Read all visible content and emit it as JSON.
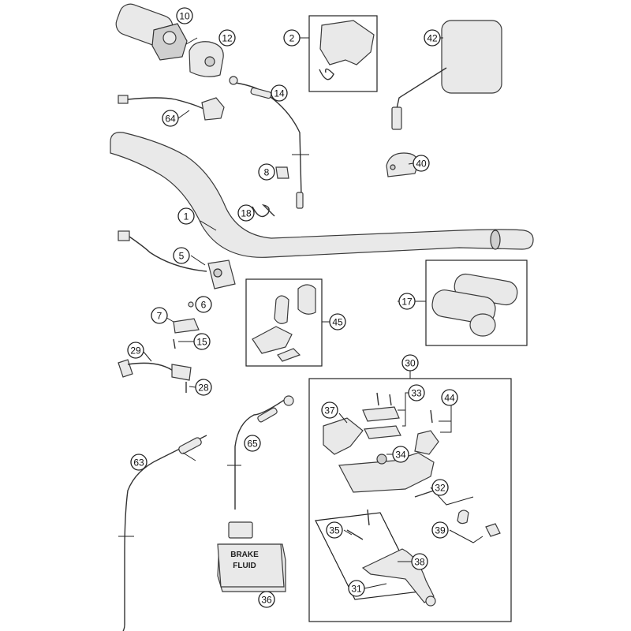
{
  "callouts": [
    {
      "id": "c10",
      "num": "10"
    },
    {
      "id": "c12",
      "num": "12"
    },
    {
      "id": "c2",
      "num": "2"
    },
    {
      "id": "c42",
      "num": "42"
    },
    {
      "id": "c14",
      "num": "14"
    },
    {
      "id": "c64",
      "num": "64"
    },
    {
      "id": "c8",
      "num": "8"
    },
    {
      "id": "c40",
      "num": "40"
    },
    {
      "id": "c18",
      "num": "18"
    },
    {
      "id": "c1",
      "num": "1"
    },
    {
      "id": "c5",
      "num": "5"
    },
    {
      "id": "c17",
      "num": "17"
    },
    {
      "id": "c7",
      "num": "7"
    },
    {
      "id": "c6",
      "num": "6"
    },
    {
      "id": "c45",
      "num": "45"
    },
    {
      "id": "c15",
      "num": "15"
    },
    {
      "id": "c29",
      "num": "29"
    },
    {
      "id": "c30",
      "num": "30"
    },
    {
      "id": "c28",
      "num": "28"
    },
    {
      "id": "c33",
      "num": "33"
    },
    {
      "id": "c44",
      "num": "44"
    },
    {
      "id": "c37",
      "num": "37"
    },
    {
      "id": "c65",
      "num": "65"
    },
    {
      "id": "c63",
      "num": "63"
    },
    {
      "id": "c34",
      "num": "34"
    },
    {
      "id": "c32",
      "num": "32"
    },
    {
      "id": "c35",
      "num": "35"
    },
    {
      "id": "c39",
      "num": "39"
    },
    {
      "id": "c38",
      "num": "38"
    },
    {
      "id": "c31",
      "num": "31"
    },
    {
      "id": "c36",
      "num": "36"
    }
  ],
  "brake_fluid_label": [
    "BRAKE",
    "FLUID"
  ]
}
